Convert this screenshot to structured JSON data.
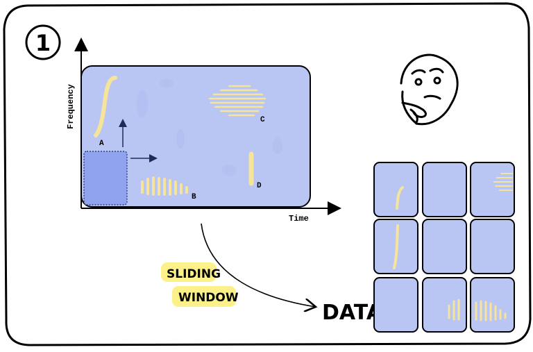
{
  "step_number": "1",
  "axes": {
    "y_label": "Frequency",
    "x_label": "Time"
  },
  "regions": {
    "a": "A",
    "b": "B",
    "c": "C",
    "d": "D"
  },
  "sliding_window_label": [
    "SLIDING",
    "WINDOW"
  ],
  "data_label": "DATA",
  "emoji": "thinking-face",
  "colors": {
    "spectrogram_fill": "#b9c6f3",
    "window_fill": "#8fa3ef",
    "signal_yellow": "#f5e49a",
    "highlight_yellow": "#fbf08a",
    "stroke": "#000000",
    "arrow_navy": "#1e2b5a"
  }
}
